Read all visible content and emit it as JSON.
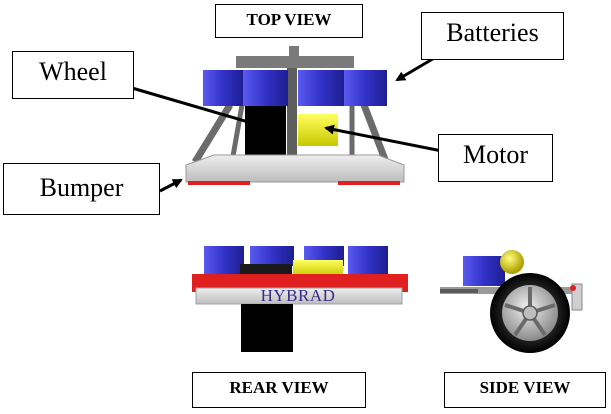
{
  "labels": {
    "top_view": "TOP VIEW",
    "batteries": "Batteries",
    "wheel": "Wheel",
    "motor": "Motor",
    "bumper": "Bumper",
    "rear_view": "REAR VIEW",
    "side_view": "SIDE VIEW",
    "hybrad": "HYBRAD"
  },
  "colors": {
    "battery": "#3b3bd6",
    "motor": "#f0f000",
    "wheel": "#000000",
    "frame": "#6b6b6b",
    "bumper": "#d8d8d8",
    "bumper_stripe": "#e02020"
  }
}
